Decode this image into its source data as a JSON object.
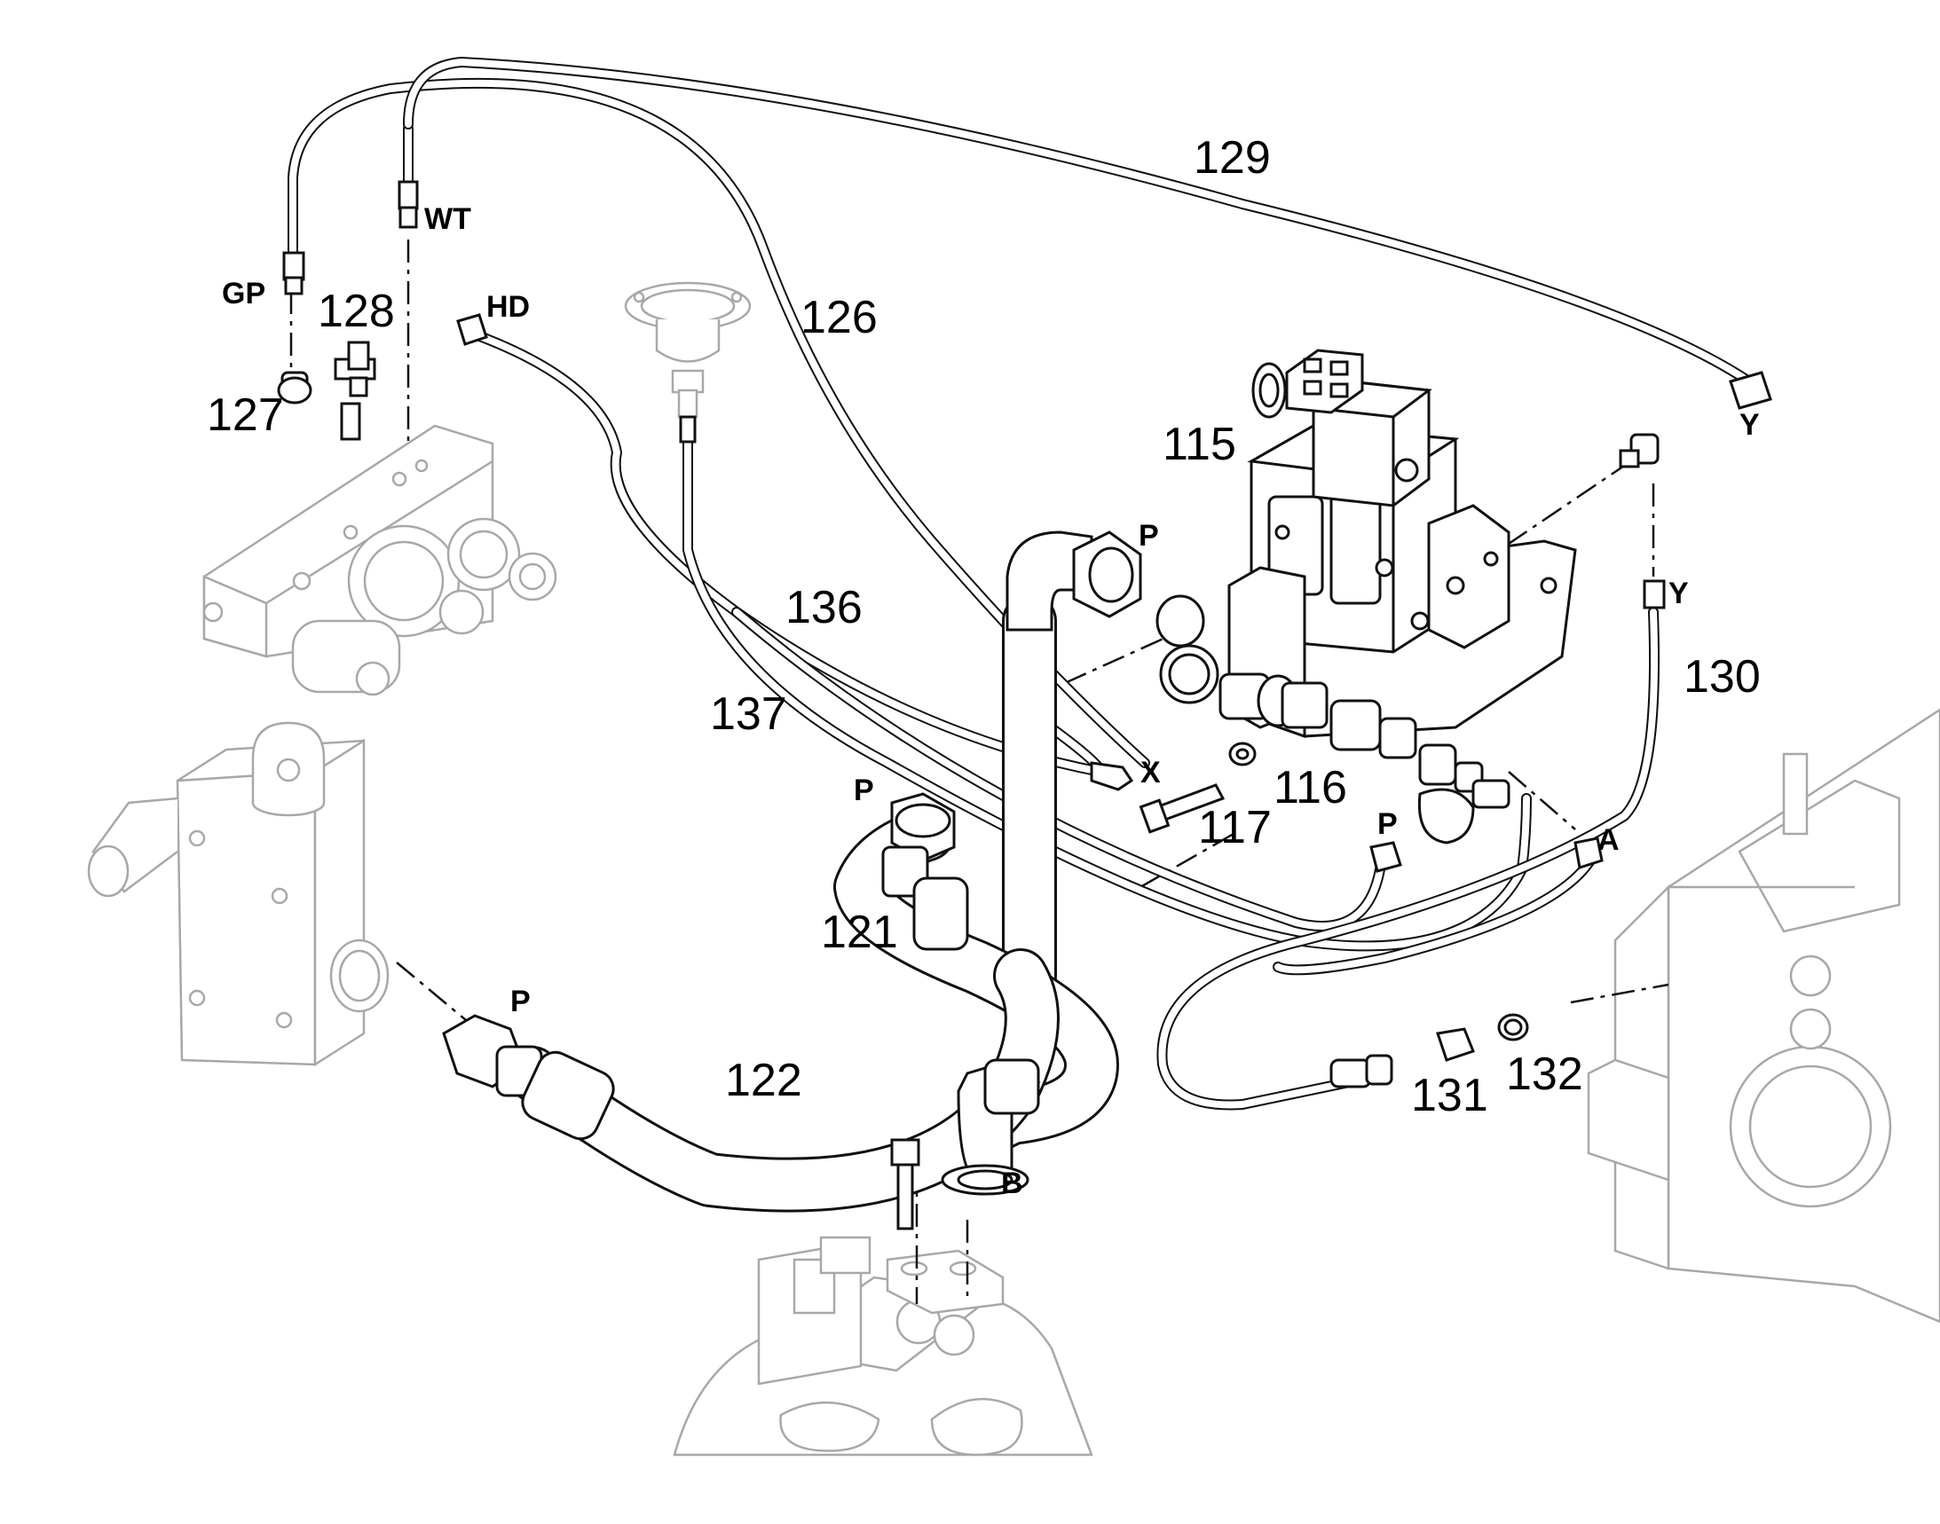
{
  "callouts": {
    "c115": "115",
    "c116": "116",
    "c117": "117",
    "c121": "121",
    "c122": "122",
    "c126": "126",
    "c127": "127",
    "c128": "128",
    "c129": "129",
    "c130": "130",
    "c131": "131",
    "c132": "132",
    "c136": "136",
    "c137": "137"
  },
  "ports": {
    "gp": "GP",
    "wt": "WT",
    "hd": "HD",
    "p_valve": "P",
    "p_upper_hose": "P",
    "p_filter": "P",
    "p_lower": "P",
    "x": "X",
    "y_top": "Y",
    "y_mid": "Y",
    "a": "A",
    "b": "B"
  }
}
